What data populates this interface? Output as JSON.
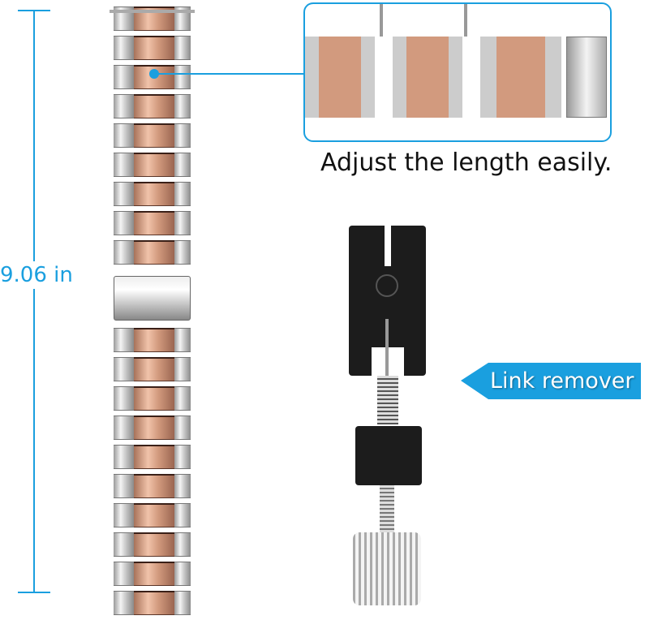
{
  "measurement": {
    "label": "9.06 in"
  },
  "inset": {
    "caption": "Adjust the length easily."
  },
  "tool": {
    "label": "Link remover"
  },
  "colors": {
    "accent": "#1a9fdf",
    "rose_gold": "#d29a7e",
    "silver": "#c8c8c8",
    "tool_black": "#1c1c1c"
  }
}
